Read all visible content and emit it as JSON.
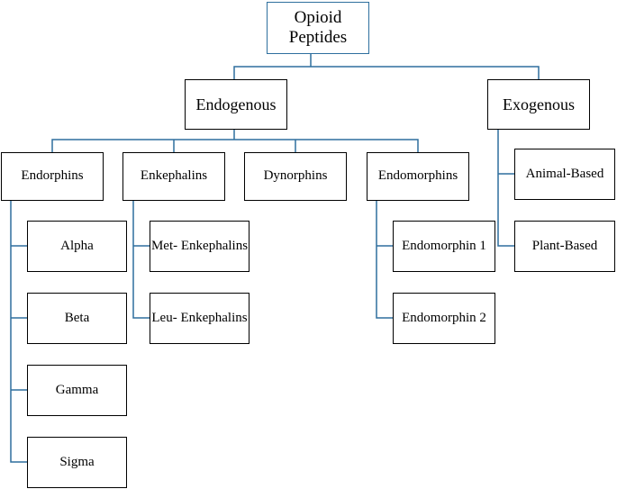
{
  "root": {
    "label_line1": "Opioid",
    "label_line2": "Peptides"
  },
  "categories": {
    "endogenous": "Endogenous",
    "exogenous": "Exogenous"
  },
  "endogenous_groups": {
    "endorphins": "Endorphins",
    "enkephalins": "Enkephalins",
    "dynorphins": "Dynorphins",
    "endomorphins": "Endomorphins"
  },
  "endorphin_types": [
    "Alpha",
    "Beta",
    "Gamma",
    "Sigma"
  ],
  "enkephalin_types": [
    "Met- Enkephalins",
    "Leu- Enkephalins"
  ],
  "endomorphin_types": [
    "Endomorphin 1",
    "Endomorphin 2"
  ],
  "exogenous_types": [
    "Animal-Based",
    "Plant-Based"
  ],
  "colors": {
    "connector": "#2e6f9e",
    "root_border": "#2e6f9e",
    "box_border": "#000000"
  }
}
